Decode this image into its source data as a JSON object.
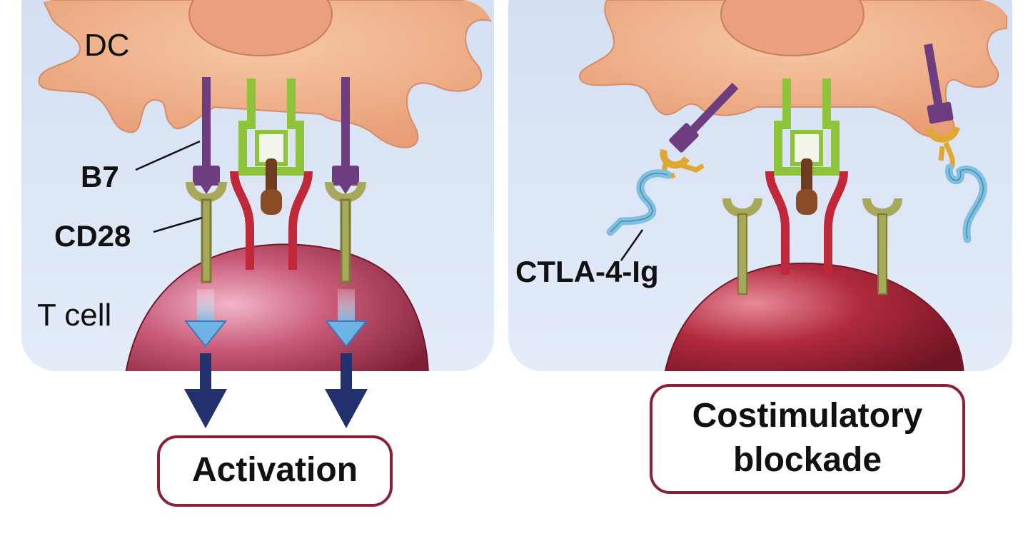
{
  "left_panel": {
    "dc_label": "DC",
    "b7_label": "B7",
    "cd28_label": "CD28",
    "tcell_label": "T cell",
    "result_label": "Activation"
  },
  "right_panel": {
    "ctla_label": "CTLA-4-Ig",
    "result_line1": "Costimulatory",
    "result_line2": "blockade"
  },
  "colors": {
    "panel_bg": "#dfe8f6",
    "dendritic_cell": "#eeb089",
    "t_cell": "#a8364f",
    "b7": "#6e3d80",
    "cd28": "#a8a85a",
    "mhc": "#8ec43a",
    "tcr": "#c0283a",
    "ctla4_ig_fc": "#7fbfe0",
    "ctla4_ig_head": "#e0a830",
    "signal_arrow": "#23306e",
    "box_border": "#8a2035"
  }
}
